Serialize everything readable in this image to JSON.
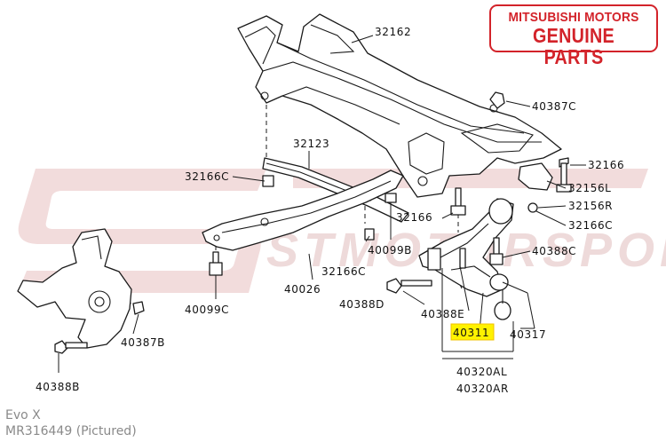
{
  "brand": {
    "line1": "MITSUBISHI MOTORS",
    "line2": "GENUINE PARTS"
  },
  "watermark": {
    "text": "STMOTORSPORTS INC."
  },
  "caption": {
    "model": "Evo X",
    "part_number": "MR316449  (Pictured)"
  },
  "callouts": {
    "c32162": "32162",
    "c40387C": "40387C",
    "c32166": "32166",
    "c32156L": "32156L",
    "c32156R": "32156R",
    "c32166C_r": "32166C",
    "c40388C": "40388C",
    "c32166_mid": "32166",
    "c32123": "32123",
    "c32166C_l": "32166C",
    "c40099B": "40099B",
    "c32166C_c": "32166C",
    "c40026": "40026",
    "c40099C": "40099C",
    "c40388D": "40388D",
    "c40388E": "40388E",
    "c40311": "40311",
    "c40317": "40317",
    "c40320AL": "40320AL",
    "c40320AR": "40320AR",
    "c40387B": "40387B",
    "c40388B": "40388B"
  },
  "colors": {
    "brand_red": "#d3232a",
    "highlight": "#fff200",
    "caption_grey": "#8a8a8a"
  }
}
